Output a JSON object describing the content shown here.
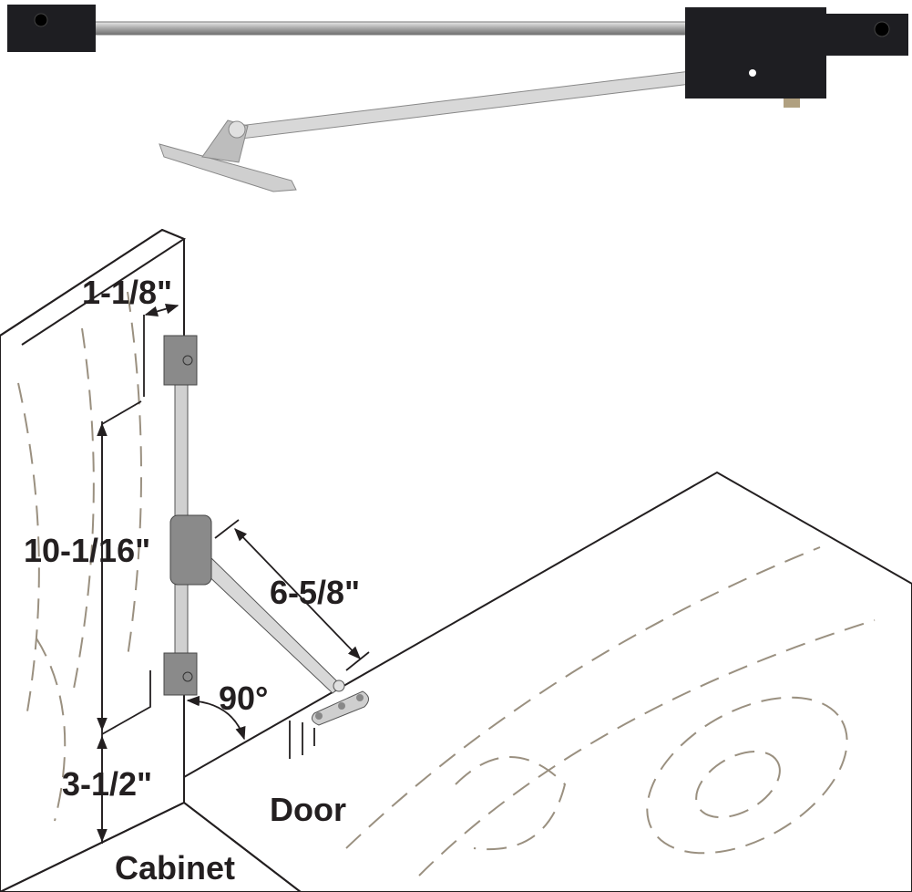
{
  "title": "Lid stay installation diagram",
  "colors": {
    "wood": "#ecd9a9",
    "hardware_gray": "#8a8a8a",
    "dark_housing": "#1e1e22",
    "rod": "#c8c8c8",
    "text": "#231f20"
  },
  "dimensions": {
    "block_offset": "1-1/8\"",
    "rod_length": "10-1/16\"",
    "arm_length": "6-5/8\"",
    "angle": "90°",
    "bottom_offset": "3-1/2\""
  },
  "parts": {
    "door": "Door",
    "cabinet": "Cabinet"
  }
}
